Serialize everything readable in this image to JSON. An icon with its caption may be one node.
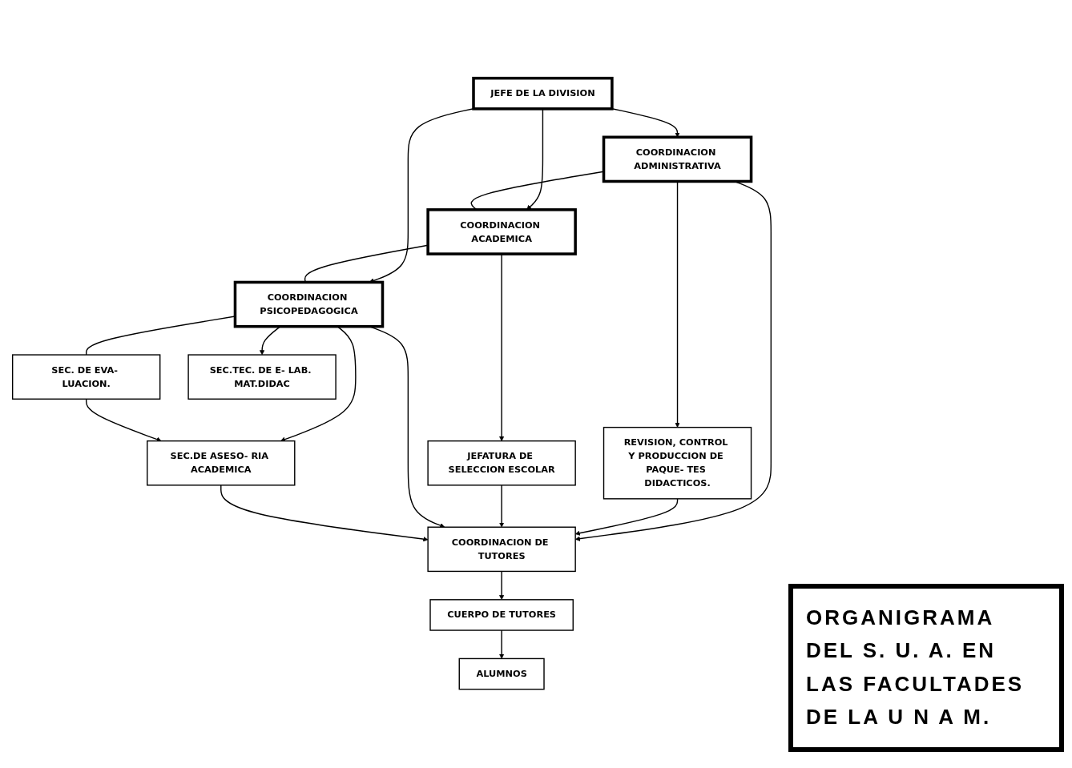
{
  "diagram": {
    "title": "ORGANIGRAMA DEL S. U. A. EN LAS FACULTADES DE LA U N A M.",
    "nodes": [
      {
        "text": [
          "JEFE DE LA DIVISION"
        ]
      },
      {
        "text": [
          "COORDINACION ADMINISTRATIVA"
        ]
      },
      {
        "text": [
          "COORDINACION ACADEMICA"
        ]
      },
      {
        "text": [
          "COORDINACION PSICOPEDAGOGICA"
        ]
      },
      {
        "text": [
          "REVISION, CONTROL Y PRODUCCION DE PAQUE- TES DIDACTICOS."
        ]
      },
      {
        "text": [
          "JEFATURA DE SELECCION ESCOLAR"
        ]
      },
      {
        "text": [
          "SEC.DE ASESO- RIA ACADEMICA"
        ]
      },
      {
        "text": [
          "SEC. DE EVA- LUACION."
        ]
      },
      {
        "text": [
          "SEC.TEC. DE E- LAB. MAT.DIDAC"
        ]
      },
      {
        "text": [
          "COORDINACION DE TUTORES"
        ]
      },
      {
        "text": [
          "CUERPO DE TUTORES"
        ]
      },
      {
        "text": [
          "ALUMNOS"
        ]
      }
    ],
    "edges": [
      {
        "from": 0,
        "to": 1,
        "arrow": "to"
      },
      {
        "from": 0,
        "to": 2,
        "arrow": "to"
      },
      {
        "from": 0,
        "to": 3,
        "arrow": "to"
      },
      {
        "from": 1,
        "to": 2,
        "arrow": "none"
      },
      {
        "from": 2,
        "to": 3,
        "arrow": "none"
      },
      {
        "from": 1,
        "to": 4,
        "arrow": "to"
      },
      {
        "from": 2,
        "to": 5,
        "arrow": "to"
      },
      {
        "from": 3,
        "to": 6,
        "arrow": "to"
      },
      {
        "from": 3,
        "to": 7,
        "arrow": "none"
      },
      {
        "from": 3,
        "to": 8,
        "arrow": "to"
      },
      {
        "from": 7,
        "to": 6,
        "arrow": "to"
      },
      {
        "from": 1,
        "to": 9,
        "arrow": "to"
      },
      {
        "from": 4,
        "to": 9,
        "arrow": "to"
      },
      {
        "from": 5,
        "to": 9,
        "arrow": "to"
      },
      {
        "from": 3,
        "to": 9,
        "arrow": "to"
      },
      {
        "from": 6,
        "to": 9,
        "arrow": "to"
      },
      {
        "from": 9,
        "to": 10,
        "arrow": "to"
      },
      {
        "from": 10,
        "to": 11,
        "arrow": "to"
      }
    ]
  }
}
